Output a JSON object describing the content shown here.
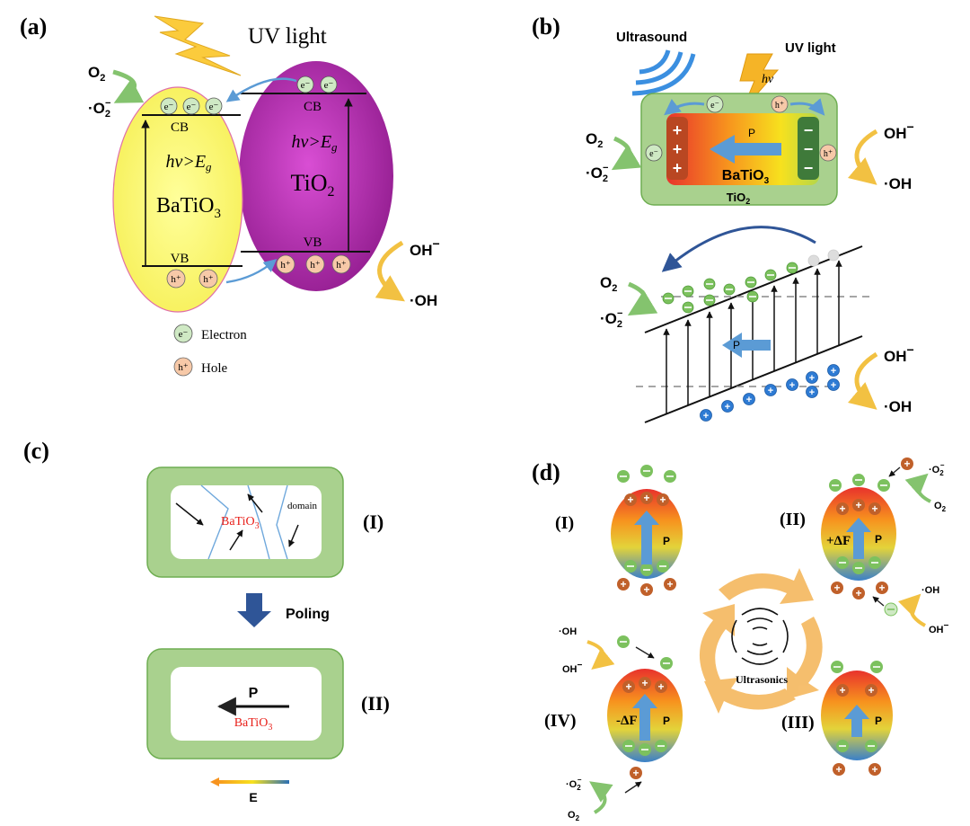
{
  "panel_a": {
    "label": "(a)",
    "uv_light": "UV light",
    "o2": "O",
    "o2_sub": "2",
    "superoxide": "·O",
    "superoxide_sub": "2",
    "superoxide_sup": "−",
    "cb": "CB",
    "vb": "VB",
    "hv_eg": "hν>E",
    "eg_sub": "g",
    "batio3": "BaTiO",
    "batio3_sub": "3",
    "tio2": "TiO",
    "tio2_sub": "2",
    "oh_minus": "OH",
    "oh_minus_sup": "−",
    "oh_radical": "·OH",
    "electron_symbol": "e⁻",
    "hole_symbol": "h⁺",
    "electron_legend": "Electron",
    "hole_legend": "Hole"
  },
  "panel_b": {
    "label": "(b)",
    "ultrasound": "Ultrasound",
    "uv_light": "UV light",
    "hv": "hν",
    "p": "P",
    "batio3": "BaTiO",
    "batio3_sub": "3",
    "tio2": "TiO",
    "tio2_sub": "2",
    "o2": "O",
    "o2_sub": "2",
    "superoxide": "·O",
    "superoxide_sub": "2",
    "superoxide_sup": "−",
    "oh_minus": "OH",
    "oh_minus_sup": "−",
    "oh_radical": "·OH",
    "electron_symbol": "e⁻",
    "hole_symbol": "h⁺"
  },
  "panel_c": {
    "label": "(c)",
    "batio3": "BaTiO",
    "batio3_sub": "3",
    "domain": "domain",
    "state_1": "(I)",
    "poling": "Poling",
    "p": "P",
    "state_2": "(II)",
    "e": "E"
  },
  "panel_d": {
    "label": "(d)",
    "state_1": "(I)",
    "state_2": "(II)",
    "state_3": "(III)",
    "state_4": "(IV)",
    "p": "P",
    "plus_df": "+ΔF",
    "minus_df": "-ΔF",
    "ultrasonics": "Ultrasonics",
    "o2": "O",
    "o2_sub": "2",
    "superoxide": "·O",
    "superoxide_sub": "2",
    "superoxide_sup": "−",
    "oh_radical": "·OH",
    "oh_minus": "OH",
    "oh_minus_sup": "−"
  },
  "colors": {
    "yellow": "#fbf77c",
    "purple": "#b21fae",
    "green_box": "#9dce82",
    "arrow_blue": "#5b9bd5",
    "hole_fill": "#f7c9a8",
    "electron_fill": "#cfe9c4"
  }
}
